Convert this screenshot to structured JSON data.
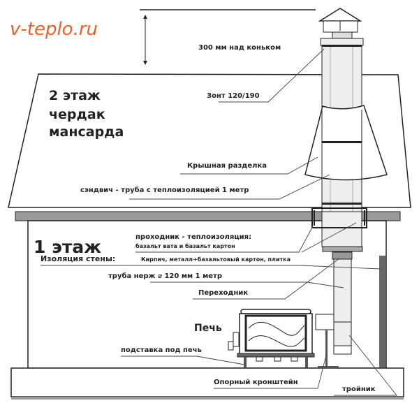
{
  "logo": {
    "text": "v-teplo.ru",
    "color": "#e8602c"
  },
  "labels": {
    "above_ridge": "300 мм над коньком",
    "floor2_line1": "2 этаж",
    "floor2_line2": "чердак",
    "floor2_line3": "мансарда",
    "umbrella": "Зонт 120/190",
    "roof_flashing": "Крышная разделка",
    "sandwich_pipe": "сэндвич - труба с теплоизоляцией 1 метр",
    "floor1": "1 этаж",
    "passthrough_title": "проходник - теплоизоляция:",
    "passthrough_detail": "базальт вата и базальт картон",
    "wall_insulation_title": "Изоляция стены:",
    "wall_insulation_detail": "Кирпич, металл+базальтовый картон, плитка",
    "steel_pipe": "труба нерж ⌀ 120 мм 1 метр",
    "adapter": "Переходник",
    "stove": "Печь",
    "stove_stand": "подставка под печь",
    "support_bracket": "Опорный кронштейн",
    "tee": "тройник"
  },
  "colors": {
    "line": "#222222",
    "fill_grey": "#9a9a9a",
    "pipe": "#eeeeee"
  }
}
